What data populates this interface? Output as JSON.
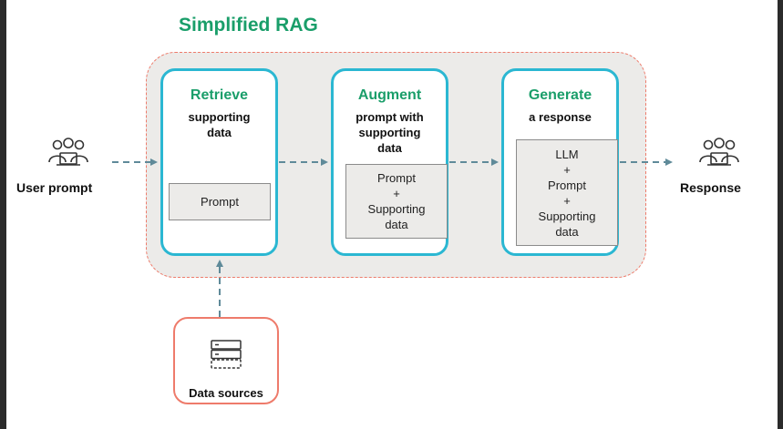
{
  "title": "Simplified RAG",
  "user_prompt": {
    "label": "User prompt",
    "icon": "users-laptop-icon"
  },
  "response": {
    "label": "Response",
    "icon": "users-laptop-icon"
  },
  "stages": [
    {
      "title": "Retrieve",
      "subtitle": "supporting\ndata",
      "box": "Prompt"
    },
    {
      "title": "Augment",
      "subtitle": "prompt with\nsupporting\ndata",
      "box": "Prompt\n+\nSupporting\ndata"
    },
    {
      "title": "Generate",
      "subtitle": "a response",
      "box": "LLM\n+\nPrompt\n+\nSupporting\ndata"
    }
  ],
  "data_sources": {
    "label": "Data sources",
    "icon": "database-icon"
  },
  "colors": {
    "title_green": "#1a9e6a",
    "stage_border": "#2bb7d2",
    "dashed_border": "#ee7b6b",
    "arrow": "#5f8a99",
    "panel_bg": "#ecebe9"
  }
}
